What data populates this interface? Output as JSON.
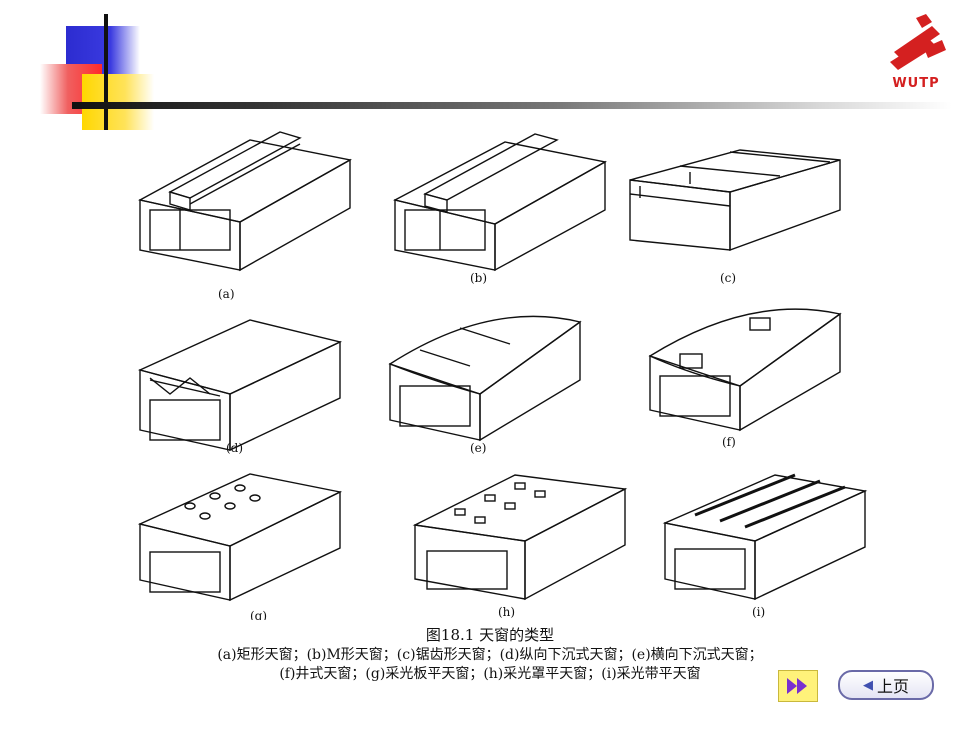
{
  "logo": {
    "text": "WUTP",
    "color": "#d42020"
  },
  "figure": {
    "labels": {
      "a": "(a)",
      "b": "(b)",
      "c": "(c)",
      "d": "(d)",
      "e": "(e)",
      "f": "(f)",
      "g": "(g)",
      "h": "(h)",
      "i": "(i)"
    }
  },
  "caption": {
    "title": "图18.1 天窗的类型",
    "line1": "(a)矩形天窗；(b)M形天窗；(c)锯齿形天窗；(d)纵向下沉式天窗；(e)横向下沉式天窗；",
    "line2": "(f)井式天窗；(g)采光板平天窗；(h)采光罩平天窗；(i)采光带平天窗"
  },
  "nav": {
    "next_icon": "double-right-arrow-icon",
    "prev_label": "上页",
    "prev_icon": "left-triangle-icon"
  }
}
